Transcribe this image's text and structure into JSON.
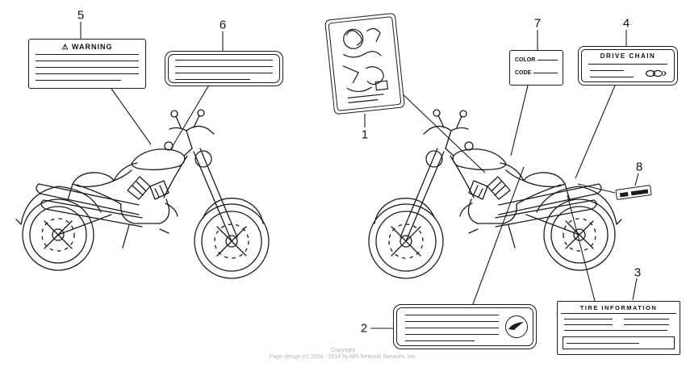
{
  "footer": {
    "line1": "Copyright",
    "line2": "Page design (c) 2004 - 2014 by ARI Network Services, Inc."
  },
  "callouts": {
    "n1": "1",
    "n2": "2",
    "n3": "3",
    "n4": "4",
    "n5": "5",
    "n6": "6",
    "n7": "7",
    "n8": "8"
  },
  "boxes": {
    "warning": {
      "title": "⚠ WARNING"
    },
    "color_code": {
      "color_label": "COLOR",
      "code_label": "CODE"
    },
    "drive_chain": {
      "title": "DRIVE CHAIN"
    },
    "tire_info": {
      "title": "TIRE INFORMATION"
    }
  },
  "colors": {
    "line": "#1b1b1b",
    "footer_text": "#b3b3b3"
  }
}
